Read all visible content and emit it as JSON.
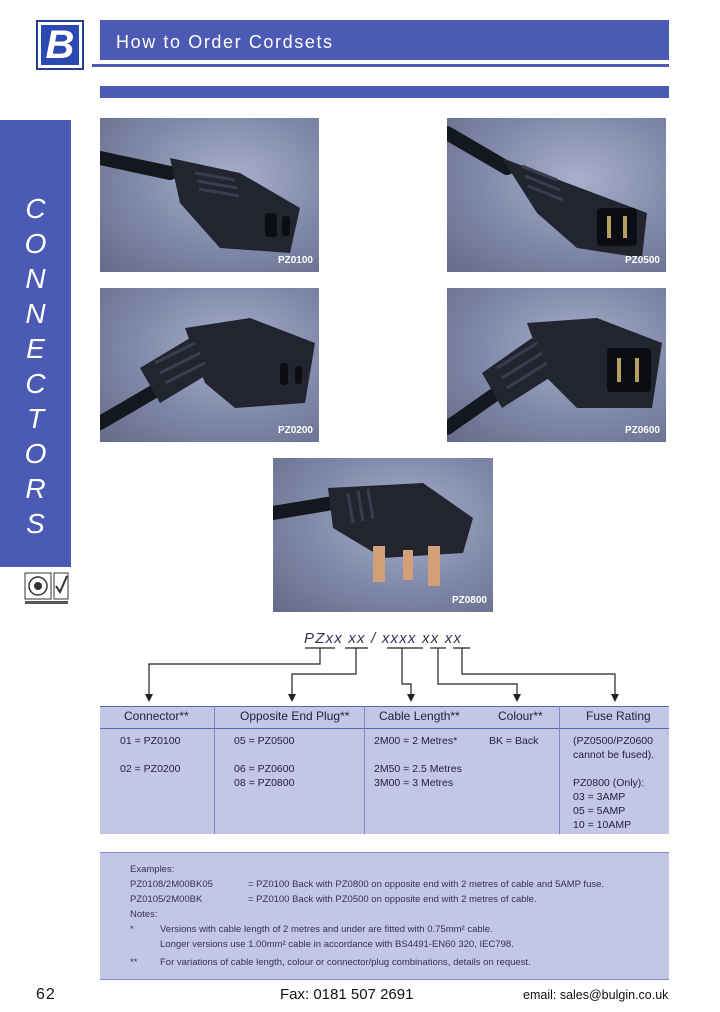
{
  "header": {
    "logo_letter": "B",
    "title": "How to Order Cordsets"
  },
  "side": {
    "letters": [
      "C",
      "O",
      "N",
      "N",
      "E",
      "C",
      "T",
      "O",
      "R",
      "S"
    ]
  },
  "photos": [
    {
      "label": "PZ0100"
    },
    {
      "label": "PZ0500"
    },
    {
      "label": "PZ0200"
    },
    {
      "label": "PZ0600"
    },
    {
      "label": "PZ0800"
    }
  ],
  "order_code": "PZxx xx / xxxx  xx xx",
  "table": {
    "headers": [
      "Connector**",
      "Opposite End Plug**",
      "Cable Length**",
      "Colour**",
      "Fuse Rating"
    ],
    "connector": [
      "01 = PZ0100",
      "02 = PZ0200"
    ],
    "opposite": [
      "05 = PZ0500",
      "06 = PZ0600",
      "08 = PZ0800"
    ],
    "length": [
      "2M00 = 2 Metres*",
      "2M50 = 2.5 Metres",
      "3M00 = 3 Metres"
    ],
    "colour": [
      "BK = Back"
    ],
    "fuse": [
      "(PZ0500/PZ0600",
      "cannot be fused).",
      "PZ0800 (Only):",
      "03 = 3AMP",
      "05 = 5AMP",
      "10 = 10AMP"
    ]
  },
  "notes": {
    "examples_label": "Examples:",
    "ex1_code": "PZ0108/2M00BK05",
    "ex1_text": "= PZ0100 Back with PZ0800 on opposite end with 2 metres of cable and 5AMP fuse.",
    "ex2_code": "PZ0105/2M00BK",
    "ex2_text": "= PZ0100 Back with PZ0500 on opposite end with 2 metres of cable.",
    "notes_label": "Notes:",
    "star1": "*",
    "n1_line1": "Versions with cable length of 2 metres and under are fitted with 0.75mm² cable.",
    "n1_line2": "Longer versions use 1.00mm² cable in accordance with BS4491-EN60 320, IEC798.",
    "star2": "**",
    "n2": "For variations of cable length, colour or connector/plug combinations, details on request."
  },
  "footer": {
    "page": "62",
    "fax": "Fax: 0181 507 2691",
    "email": "email: sales@bulgin.co.uk"
  },
  "colors": {
    "brand_blue": "#4b5bb5",
    "panel": "#c3c6e5"
  }
}
